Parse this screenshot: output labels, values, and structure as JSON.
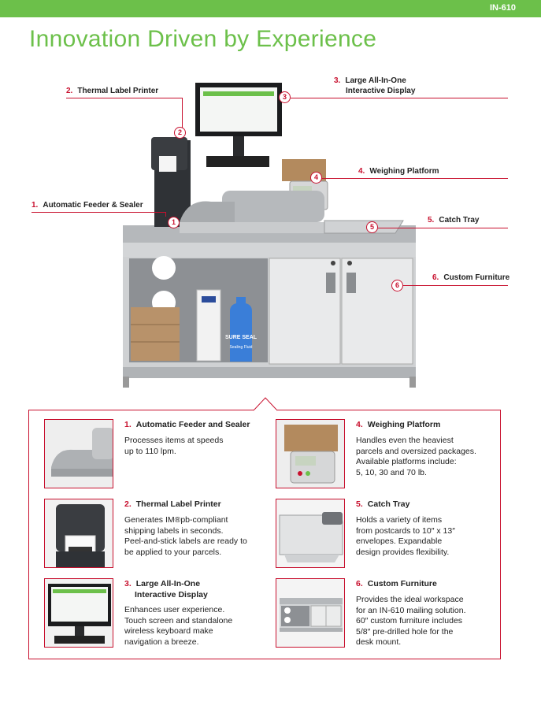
{
  "header": {
    "model": "IN-610",
    "title": "Innovation Driven by Experience"
  },
  "callouts": [
    {
      "num": "1.",
      "label": "Automatic Feeder & Sealer",
      "badge": "1"
    },
    {
      "num": "2.",
      "label": "Thermal Label Printer",
      "badge": "2"
    },
    {
      "num": "3.",
      "label": "Large All-In-One",
      "label2": "Interactive Display",
      "badge": "3"
    },
    {
      "num": "4.",
      "label": "Weighing Platform",
      "badge": "4"
    },
    {
      "num": "5.",
      "label": "Catch Tray",
      "badge": "5"
    },
    {
      "num": "6.",
      "label": "Custom Furniture",
      "badge": "6"
    }
  ],
  "image_text": {
    "bottle_brand": "SURE SEAL",
    "bottle_sub": "Sealing Fluid"
  },
  "features": [
    {
      "num": "1.",
      "title": "Automatic Feeder and Sealer",
      "desc": [
        "Processes items at speeds",
        "up to 110 lpm."
      ]
    },
    {
      "num": "2.",
      "title": "Thermal Label Printer",
      "desc": [
        "Generates IM®pb-compliant",
        "shipping labels in seconds.",
        "Peel-and-stick labels are ready to",
        "be applied to your parcels."
      ]
    },
    {
      "num": "3.",
      "title": "Large All-In-One",
      "title2": "Interactive Display",
      "desc": [
        "Enhances user experience.",
        "Touch screen and standalone",
        "wireless keyboard make",
        "navigation a breeze."
      ]
    },
    {
      "num": "4.",
      "title": "Weighing Platform",
      "desc": [
        "Handles even the heaviest",
        "parcels and oversized packages.",
        "Available platforms include:",
        "5, 10, 30 and 70 lb."
      ]
    },
    {
      "num": "5.",
      "title": "Catch Tray",
      "desc": [
        "Holds a variety of items",
        "from postcards to 10″ x 13″",
        "envelopes. Expandable",
        "design provides flexibility."
      ]
    },
    {
      "num": "6.",
      "title": "Custom Furniture",
      "desc": [
        "Provides the ideal workspace",
        "for an IN-610 mailing solution.",
        "60″ custom furniture includes",
        "5/8″ pre-drilled hole for the",
        "desk mount."
      ]
    }
  ],
  "colors": {
    "brand_green": "#6cc04a",
    "accent_red": "#c8102e"
  }
}
